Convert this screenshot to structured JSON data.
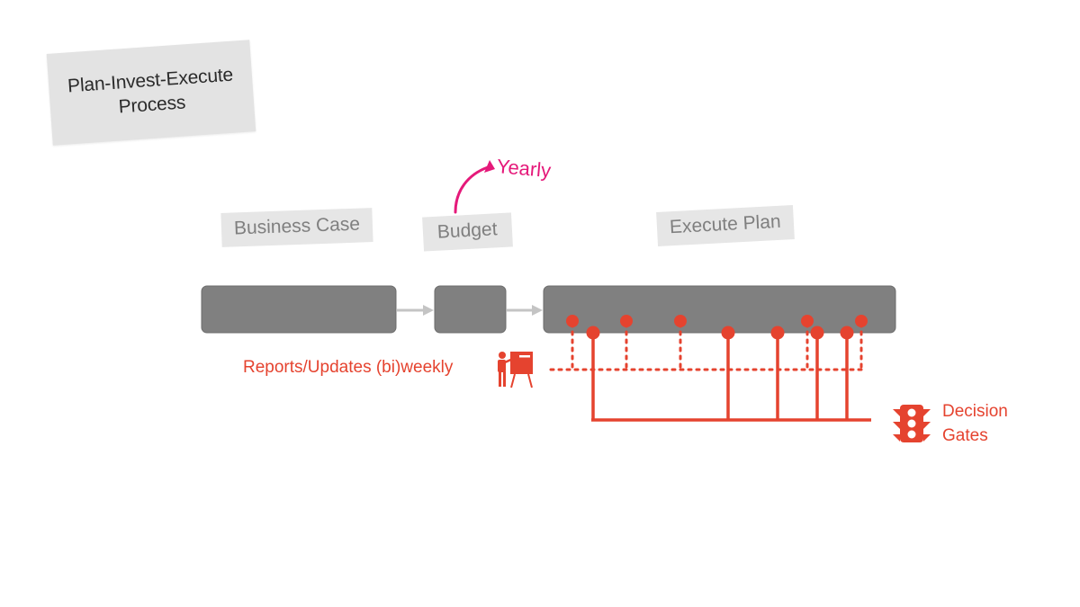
{
  "title": {
    "line1": "Plan-Invest-Execute",
    "line2": "Process"
  },
  "stages": [
    {
      "label": "Business Case"
    },
    {
      "label": "Budget"
    },
    {
      "label": "Execute Plan"
    }
  ],
  "budget_cycle": {
    "label": "Yearly",
    "icon": "curved-arrow-icon"
  },
  "reports": {
    "label": "Reports/Updates (bi)weekly",
    "icon": "presentation-icon"
  },
  "decision_gates": {
    "line1": "Decision",
    "line2": "Gates",
    "icon": "traffic-light-icon"
  },
  "colors": {
    "bar": "#808080",
    "bar_border": "#6d6d6d",
    "arrow": "#c4c4c4",
    "accent_red": "#e5432f",
    "accent_pink": "#e5197a",
    "sticky": "#e3e3e3",
    "label_bg": "#e6e6e6",
    "label_text": "#7f7f7f"
  }
}
